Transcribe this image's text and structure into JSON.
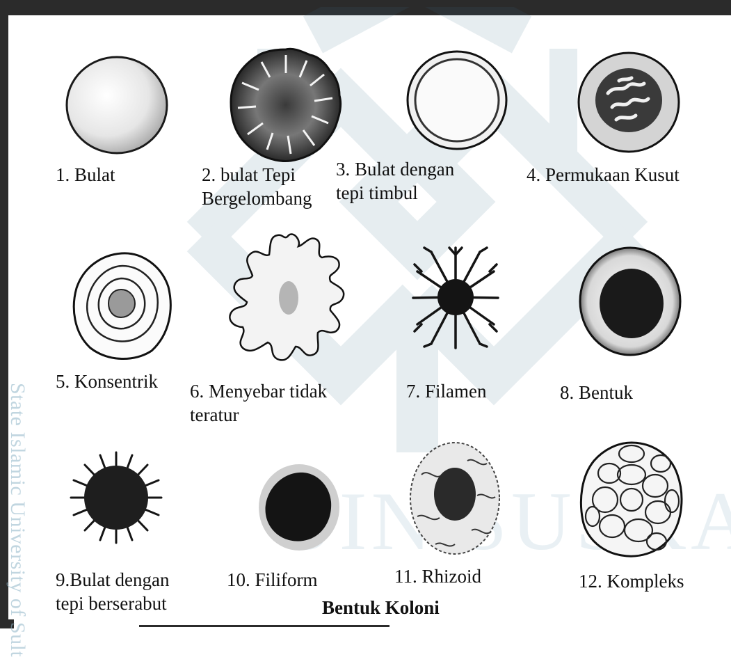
{
  "watermark": {
    "side_text": "State Islamic University of Sult",
    "big_text": "UIN SUSKA RIAU"
  },
  "colonies": [
    {
      "caption": "1. Bulat",
      "icon": "round-colony-icon"
    },
    {
      "caption": "2. bulat Tepi\nBergelombang",
      "icon": "undulate-margin-colony-icon"
    },
    {
      "caption": "3. Bulat dengan\ntepi timbul",
      "icon": "raised-margin-colony-icon"
    },
    {
      "caption": "4.  Permukaan Kusut",
      "icon": "wrinkled-surface-colony-icon"
    },
    {
      "caption": "5. Konsentrik",
      "icon": "concentric-colony-icon"
    },
    {
      "caption": "6. Menyebar tidak\nteratur",
      "icon": "irregular-spreading-colony-icon"
    },
    {
      "caption": "7. Filamen",
      "icon": "filamentous-colony-icon"
    },
    {
      "caption": "8. Bentuk",
      "icon": "dark-center-colony-icon"
    },
    {
      "caption": "9.Bulat dengan\ntepi berserabut",
      "icon": "fringed-margin-colony-icon"
    },
    {
      "caption": "10. Filiform",
      "icon": "filiform-colony-icon"
    },
    {
      "caption": "11. Rhizoid",
      "icon": "rhizoid-colony-icon"
    },
    {
      "caption": "12. Kompleks",
      "icon": "complex-colony-icon"
    }
  ],
  "figure_title": "Bentuk Koloni",
  "colors": {
    "frame": "#2b2b2b",
    "ink": "#111111",
    "watermark": "#9ec0d2"
  }
}
